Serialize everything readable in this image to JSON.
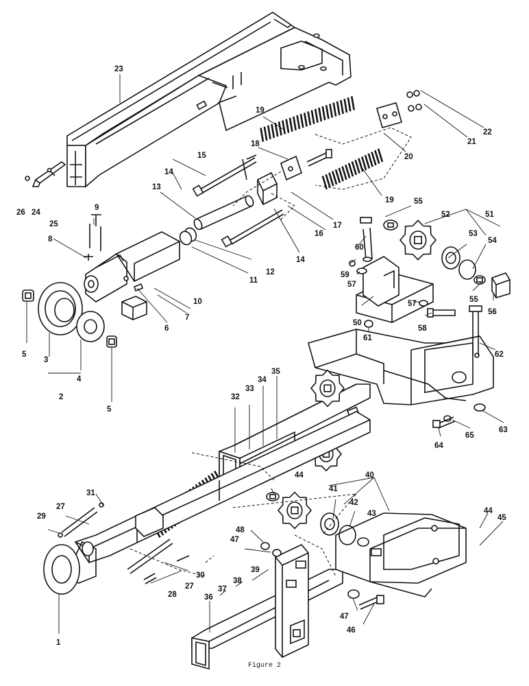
{
  "caption": "Figure 2",
  "part_numbers": {
    "p1": "1",
    "p2": "2",
    "p3": "3",
    "p4": "4",
    "p5a": "5",
    "p5b": "5",
    "p6": "6",
    "p7": "7",
    "p8": "8",
    "p9": "9",
    "p10": "10",
    "p11": "11",
    "p12": "12",
    "p13": "13",
    "p14a": "14",
    "p14b": "14",
    "p15": "15",
    "p16": "16",
    "p17": "17",
    "p18": "18",
    "p19a": "19",
    "p19b": "19",
    "p20": "20",
    "p21": "21",
    "p22": "22",
    "p23": "23",
    "p24": "24",
    "p25": "25",
    "p26": "26",
    "p27a": "27",
    "p27b": "27",
    "p28": "28",
    "p29": "29",
    "p30": "30",
    "p31": "31",
    "p32": "32",
    "p33": "33",
    "p34": "34",
    "p35": "35",
    "p36": "36",
    "p37": "37",
    "p38": "38",
    "p39": "39",
    "p40": "40",
    "p41": "41",
    "p42": "42",
    "p43": "43",
    "p44a": "44",
    "p44b": "44",
    "p45": "45",
    "p46": "46",
    "p47a": "47",
    "p47b": "47",
    "p48": "48",
    "p50": "50",
    "p51": "51",
    "p52": "52",
    "p53": "53",
    "p54": "54",
    "p55a": "55",
    "p55b": "55",
    "p56": "56",
    "p57a": "57",
    "p57b": "57",
    "p58": "58",
    "p59": "59",
    "p60": "60",
    "p61": "61",
    "p62": "62",
    "p63": "63",
    "p64": "64",
    "p65": "65"
  }
}
